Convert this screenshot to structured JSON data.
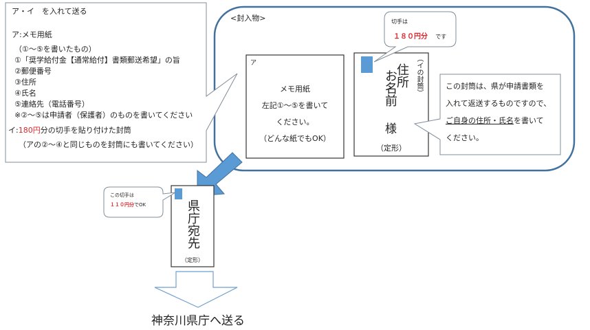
{
  "instructions_box": {
    "title": "ア・イ　を入れて送る",
    "item_a_label": "ア:メモ用紙",
    "item_a_lines": [
      "（①～⑤を書いたもの）",
      "①「奨学給付金【通常給付】書類郵送希望」の旨",
      "②郵便番号",
      "③住所",
      "④氏名",
      "⑤連絡先（電話番号）",
      "※②～⑤は申請者（保護者）のものを書いてください"
    ],
    "item_i_prefix": "イ:",
    "item_i_amount": "180円",
    "item_i_suffix": "分の切手を貼り付けた封筒",
    "item_i_note": "（アの②～④と同じものを封筒にも書いてください）"
  },
  "enclosure": {
    "title": "<封入物>",
    "memo": {
      "label": "ア",
      "lines": [
        "メモ用紙",
        "左記①～⑤を書いて",
        "ください。",
        "（どんな紙でもOK）"
      ]
    },
    "return_envelope": {
      "col1": "住所",
      "col2": "お名前",
      "honorific": "様",
      "side_label": "（イの封筒）",
      "size": "（定形）"
    },
    "stamp_callout": {
      "line1": "切手は",
      "amount": "１８０円分",
      "suffix": "です"
    },
    "note_callout": {
      "line1": "この封筒は、県が申請書類を",
      "line2": "入れて返送するものですので、",
      "line3_underlined": "ご自身の住所・氏名",
      "line3_rest": "を書いて",
      "line4": "ください。"
    }
  },
  "outer_envelope": {
    "address": "県庁宛先",
    "size": "（定形）",
    "stamp_callout": {
      "line1": "この切手は",
      "amount": "１１０円分",
      "suffix": "でOK"
    }
  },
  "destination": "神奈川県庁へ送る",
  "colors": {
    "accent_blue": "#5b9bd5",
    "border_blue": "#41719c",
    "red": "#d9262c"
  }
}
